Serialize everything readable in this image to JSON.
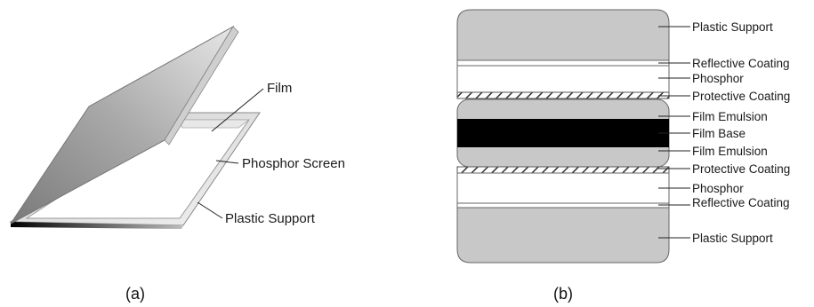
{
  "panel_a": {
    "labels": {
      "film": "Film",
      "phosphor_screen": "Phosphor Screen",
      "plastic_support": "Plastic Support"
    },
    "caption": "(a)"
  },
  "panel_b": {
    "layers": [
      "Plastic Support",
      "Reflective Coating",
      "Phosphor",
      "Protective Coating",
      "Film Emulsion",
      "Film Base",
      "Film Emulsion",
      "Protective Coating",
      "Phosphor",
      "Reflective Coating",
      "Plastic Support"
    ],
    "caption": "(b)"
  },
  "colors": {
    "support_gray": "#c8c8c8",
    "film_base": "#000000",
    "outline": "#666666"
  }
}
